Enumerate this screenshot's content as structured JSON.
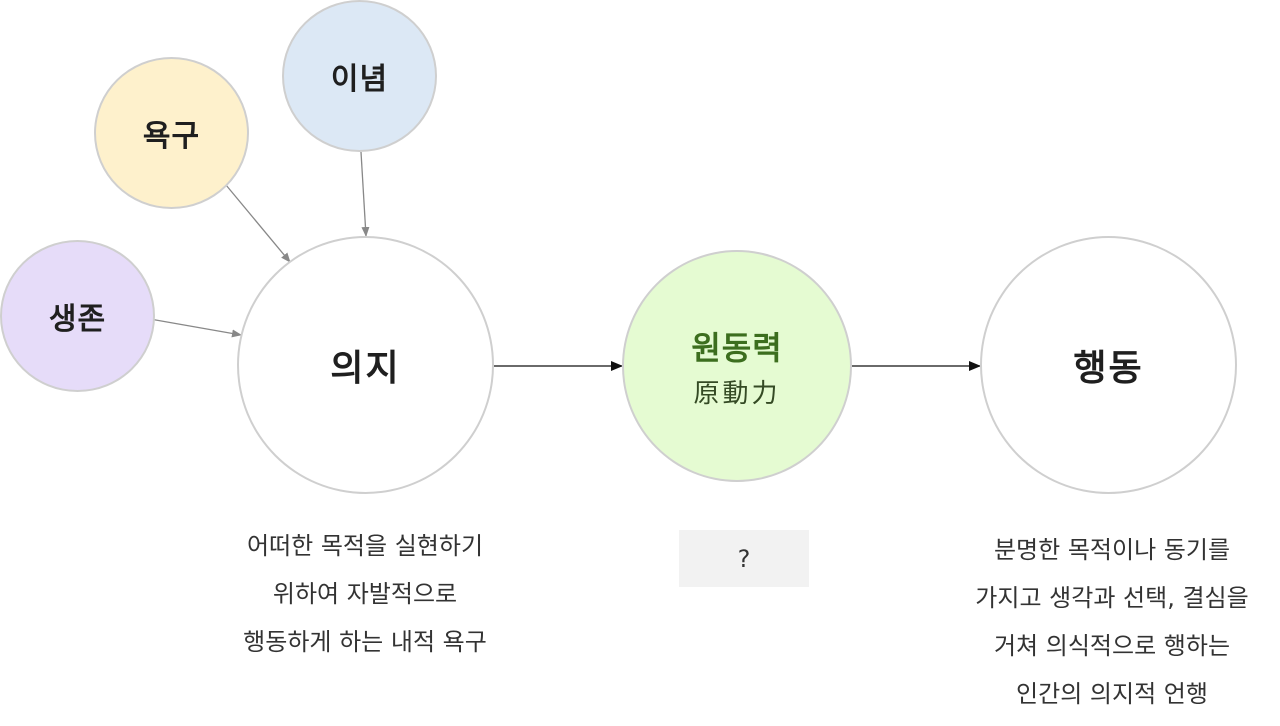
{
  "nodes": {
    "yokgu": "욕구",
    "inyeom": "이념",
    "saengjon": "생존",
    "uiji": "의지",
    "wondongnyeok": {
      "title": "원동력",
      "hanja": "原動力"
    },
    "haengdong": "행동"
  },
  "captions": {
    "uiji": [
      "어떠한 목적을 실현하기",
      "위하여 자발적으로",
      "행동하게 하는 내적 욕구"
    ],
    "wondongnyeok": "?",
    "haengdong": [
      "분명한 목적이나 동기를",
      "가지고 생각과 선택, 결심을",
      "거쳐 의식적으로 행하는",
      "인간의 의지적 언행"
    ]
  },
  "colors": {
    "yokgu_fill": "#fef1cc",
    "inyeom_fill": "#dce8f5",
    "saengjon_fill": "#e6dcf9",
    "wondongnyeok_fill": "#e5fbd2",
    "wondongnyeok_text": "#3c6e1e",
    "circle_border": "#cfcfcf",
    "input_arrow": "#888888",
    "flow_arrow": "#111111"
  }
}
